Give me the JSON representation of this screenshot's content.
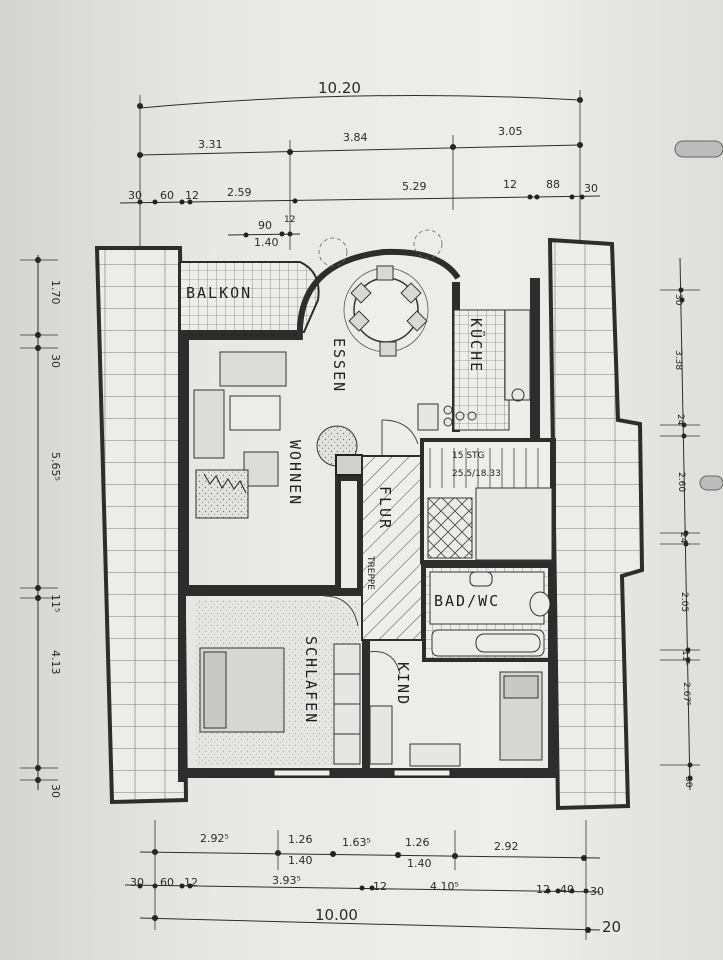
{
  "top_dims": {
    "total": "10.20",
    "row2": [
      "3.31",
      "3.84",
      "3.05"
    ],
    "row3": [
      "30",
      "60",
      "12",
      "2.59",
      "5.29",
      "12",
      "88",
      "30"
    ],
    "row4": [
      "90",
      "12",
      "1.40"
    ]
  },
  "left_dims": [
    "1.70",
    "30",
    "5.65⁵",
    "11⁵",
    "4.13",
    "30"
  ],
  "right_dims": [
    "30",
    "3.38",
    "24",
    "2.60",
    "24",
    "2.05",
    "11⁵",
    "2.67⁵",
    "30"
  ],
  "bottom_dims": {
    "row1": [
      "2.92⁵",
      "1.26",
      "1.63⁵",
      "1.26",
      "2.92"
    ],
    "row1b": [
      "1.40",
      "1.40"
    ],
    "row2": [
      "30",
      "60",
      "12",
      "3.93⁵",
      "12",
      "4.10⁵",
      "12",
      "40",
      "30"
    ],
    "total": "10.00",
    "corner": "20"
  },
  "rooms": {
    "balkon": "BALKON",
    "essen": "ESSEN",
    "kueche": "KÜCHE",
    "wohnen": "WOHNEN",
    "flur": "FLUR",
    "treppe": "TREPPE",
    "bad": "BAD/WC",
    "schlafen": "SCHLAFEN",
    "kind": "KIND"
  },
  "stairs": {
    "label": "15 STG",
    "ratio": "25.5/18.33"
  },
  "colors": {
    "paper": "#eeeeec",
    "ink": "#2d2d2d"
  }
}
